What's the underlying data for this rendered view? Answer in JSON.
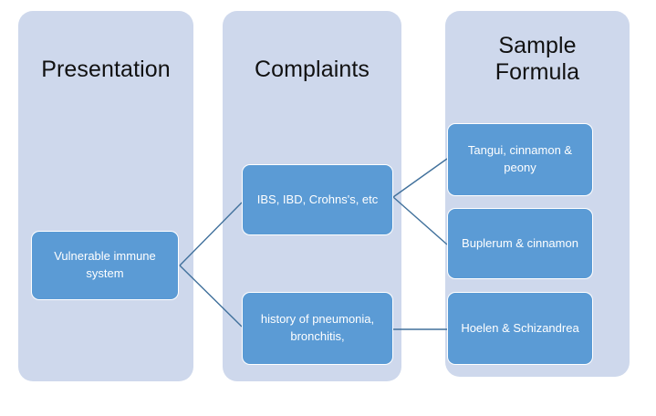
{
  "diagram": {
    "type": "flow-diagram",
    "columns": [
      {
        "id": "presentation",
        "title": "Presentation",
        "nodes": [
          {
            "id": "vulnerable-immune-system",
            "label": "Vulnerable immune system"
          }
        ]
      },
      {
        "id": "complaints",
        "title": "Complaints",
        "nodes": [
          {
            "id": "ibs-ibd-crohns",
            "label": "IBS, IBD, Crohns's, etc"
          },
          {
            "id": "history-pneumonia",
            "label": "history of pneumonia, bronchitis,"
          }
        ]
      },
      {
        "id": "sample-formula",
        "title": "Sample Formula",
        "title_line_1": "Sample",
        "title_line_2": "Formula",
        "nodes": [
          {
            "id": "tangui-cinnamon-peony",
            "label": "Tangui, cinnamon & peony"
          },
          {
            "id": "buplerum-cinnamon",
            "label": "Buplerum & cinnamon"
          },
          {
            "id": "hoelen-schizandrea",
            "label": "Hoelen & Schizandrea"
          }
        ]
      }
    ],
    "connectors": [
      {
        "from": "vulnerable-immune-system",
        "to": "ibs-ibd-crohns"
      },
      {
        "from": "vulnerable-immune-system",
        "to": "history-pneumonia"
      },
      {
        "from": "ibs-ibd-crohns",
        "to": "tangui-cinnamon-peony"
      },
      {
        "from": "ibs-ibd-crohns",
        "to": "buplerum-cinnamon"
      },
      {
        "from": "history-pneumonia",
        "to": "hoelen-schizandrea"
      }
    ],
    "colors": {
      "panel_background": "#ced8ec",
      "node_fill": "#5b9bd5",
      "node_text": "#ffffff",
      "connector_stroke": "#41719c",
      "title_text": "#111111",
      "canvas_background": "#ffffff"
    }
  }
}
